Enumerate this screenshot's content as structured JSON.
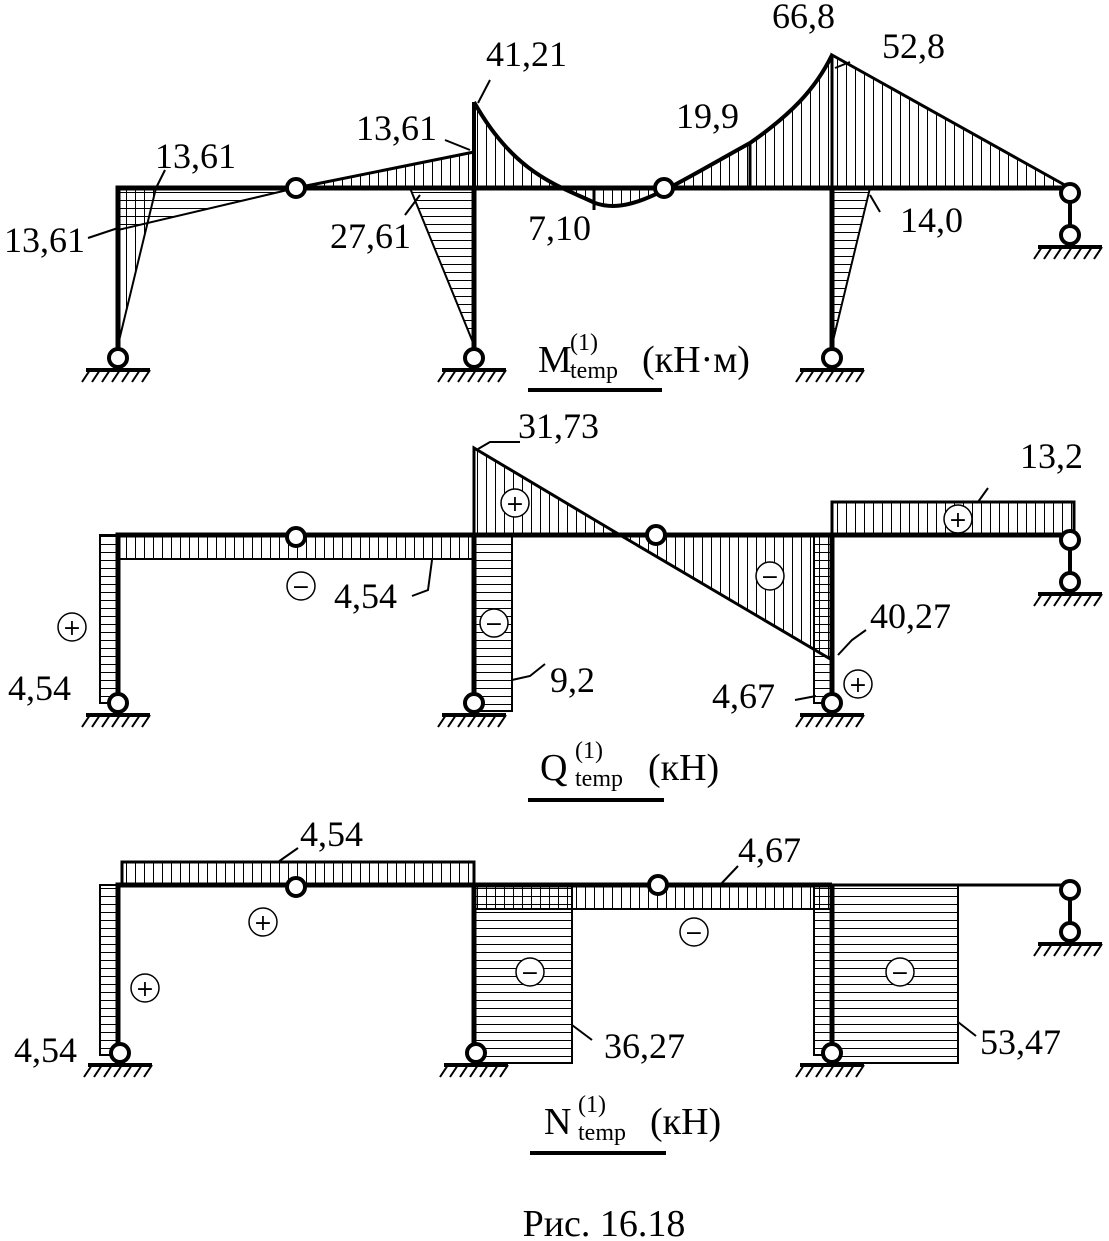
{
  "m_diagram": {
    "title_main": "M",
    "title_sup": "(1)",
    "title_sub": "temp",
    "title_unit": "(кН·м)",
    "values": {
      "left_top_outer": "13,61",
      "left_top_inner": "13,61",
      "beam_left_of_col2": "13,61",
      "col2_top": "41,21",
      "col2_hatched": "27,61",
      "mid_span": "7,10",
      "right_span": "19,9",
      "peak": "66,8",
      "col3_top_right": "52,8",
      "col3_lower": "14,0"
    }
  },
  "q_diagram": {
    "title_main": "Q",
    "title_sup": "(1)",
    "title_sub": "temp",
    "title_unit": "(кН)",
    "values": {
      "col1": "4,54",
      "beam_left": "4,54",
      "col2_top": "31,73",
      "col2": "9,2",
      "beam_right_end": "40,27",
      "col3": "4,67",
      "right_beam": "13,2"
    },
    "signs": {
      "col1": "+",
      "beam_left": "−",
      "col2": "−",
      "span_pos": "+",
      "span_neg": "−",
      "col3": "+",
      "right_beam": "+"
    }
  },
  "n_diagram": {
    "title_main": "N",
    "title_sup": "(1)",
    "title_sub": "temp",
    "title_unit": "(кН)",
    "values": {
      "col1": "4,54",
      "beam_left": "4,54",
      "beam_mid": "4,67",
      "col2": "36,27",
      "col3": "53,47"
    },
    "signs": {
      "col1": "+",
      "beam_left": "+",
      "beam_mid": "−",
      "col2": "−",
      "col3": "−"
    }
  },
  "caption": "Рис. 16.18"
}
